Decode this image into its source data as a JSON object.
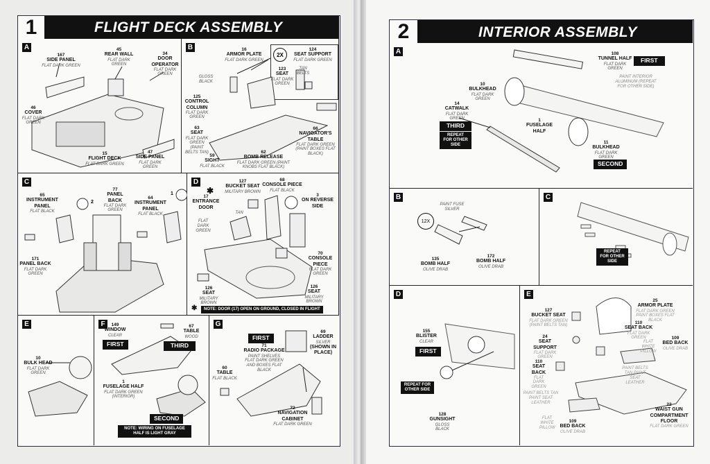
{
  "step1": {
    "number": "1",
    "title": "FLIGHT DECK ASSEMBLY",
    "panels": {
      "A": {
        "letter": "A",
        "callouts": [
          {
            "num": "167",
            "name": "SIDE PANEL",
            "color": "FLAT DARK GREEN"
          },
          {
            "num": "45",
            "name": "REAR WALL",
            "color": "FLAT DARK GREEN"
          },
          {
            "num": "34",
            "name": "DOOR OPERATOR",
            "color": "FLAT DARK GREEN"
          },
          {
            "num": "46",
            "name": "COVER",
            "color": "FLAT DARK GREEN"
          },
          {
            "num": "15",
            "name": "FLIGHT DECK",
            "color": "FLAT DARK GREEN"
          },
          {
            "num": "47",
            "name": "SIDE PANEL",
            "color": "FLAT DARK GREEN"
          }
        ]
      },
      "B": {
        "letter": "B",
        "multiplier": "2X",
        "callouts": [
          {
            "num": "16",
            "name": "ARMOR PLATE",
            "color": "FLAT DARK GREEN"
          },
          {
            "num": "124",
            "name": "SEAT SUPPORT",
            "color": "FLAT DARK GREEN"
          },
          {
            "num": "123",
            "name": "SEAT",
            "color": "FLAT DARK GREEN"
          },
          {
            "num": "",
            "name": "",
            "color": "TAN BELTS"
          },
          {
            "num": "",
            "name": "",
            "color": "GLOSS BLACK"
          },
          {
            "num": "125",
            "name": "CONTROL COLUMN",
            "color": "FLAT DARK GREEN"
          },
          {
            "num": "63",
            "name": "SEAT",
            "color": "FLAT DARK GREEN (PAINT BELTS TAN)"
          },
          {
            "num": "59",
            "name": "SIGHT",
            "color": "FLAT BLACK"
          },
          {
            "num": "62",
            "name": "BOMB RELEASE",
            "color": "FLAT DARK GREEN (PAINT KNOBS FLAT BLACK)"
          },
          {
            "num": "66",
            "name": "NAVIGATOR'S TABLE",
            "color": "FLAT DARK GREEN (PAINT BOXES FLAT BLACK)"
          }
        ]
      },
      "C": {
        "letter": "C",
        "decal_left": "2",
        "decal_right": "1",
        "callouts": [
          {
            "num": "65",
            "name": "INSTRUMENT PANEL",
            "color": "FLAT BLACK"
          },
          {
            "num": "77",
            "name": "PANEL BACK",
            "color": "FLAT DARK GREEN"
          },
          {
            "num": "64",
            "name": "INSTRUMENT PANEL",
            "color": "FLAT BLACK"
          },
          {
            "num": "171",
            "name": "PANEL BACK",
            "color": "FLAT DARK GREEN"
          }
        ]
      },
      "D": {
        "letter": "D",
        "asterisk": "✱",
        "callouts": [
          {
            "num": "17",
            "name": "ENTRANCE DOOR",
            "color": ""
          },
          {
            "num": "127",
            "name": "BUCKET SEAT",
            "color": "MILITARY BROWN"
          },
          {
            "num": "68",
            "name": "CONSOLE PIECE",
            "color": "FLAT BLACK"
          },
          {
            "num": "3",
            "name": "ON REVERSE SIDE",
            "color": ""
          },
          {
            "num": "",
            "name": "",
            "color": "FLAT DARK GREEN"
          },
          {
            "num": "",
            "name": "",
            "color": "TAN"
          },
          {
            "num": "70",
            "name": "CONSOLE PIECE",
            "color": "FLAT DARK GREEN"
          },
          {
            "num": "126",
            "name": "SEAT",
            "color": "MILITARY BROWN"
          },
          {
            "num": "126",
            "name": "SEAT",
            "color": "MILITARY BROWN"
          }
        ],
        "note": "NOTE: DOOR (17) OPEN ON GROUND, CLOSED IN FLIGHT"
      },
      "E": {
        "letter": "E",
        "callouts": [
          {
            "num": "10",
            "name": "BULK HEAD",
            "color": "FLAT DARK GREEN"
          }
        ]
      },
      "F": {
        "letter": "F",
        "callouts": [
          {
            "num": "149",
            "name": "WINDOW",
            "color": "CLEAR"
          },
          {
            "num": "67",
            "name": "TABLE",
            "color": "WOOD"
          },
          {
            "num": "1",
            "name": "FUSELAGE HALF",
            "color": "FLAT DARK GREEN (INTERIOR)"
          }
        ],
        "order_tags": [
          "FIRST",
          "THIRD",
          "SECOND"
        ],
        "note": "NOTE: WIRING ON FUSELAGE HALF IS LIGHT GRAY"
      },
      "G": {
        "letter": "G",
        "order_tag": "FIRST",
        "callouts": [
          {
            "num": "71",
            "name": "RADIO PACKAGE",
            "color": "PAINT SHELVES FLAT DARK GREEN AND BOXES FLAT BLACK"
          },
          {
            "num": "69",
            "name": "LADDER",
            "color": "SILVER",
            "extra": "(SHOWN IN PLACE)"
          },
          {
            "num": "60",
            "name": "TABLE",
            "color": "FLAT BLACK"
          },
          {
            "num": "72",
            "name": "NAVIGATION CABINET",
            "color": "FLAT DARK GREEN"
          }
        ]
      }
    }
  },
  "step2": {
    "number": "2",
    "title": "INTERIOR ASSEMBLY",
    "panels": {
      "A": {
        "letter": "A",
        "callouts": [
          {
            "num": "108",
            "name": "TUNNEL HALF",
            "color": "FLAT DARK GREEN"
          },
          {
            "num": "",
            "name": "",
            "color": "PAINT INTERIOR ALUMINUM (REPEAT FOR OTHER SIDE)"
          },
          {
            "num": "10",
            "name": "BULKHEAD",
            "color": "FLAT DARK GREEN"
          },
          {
            "num": "14",
            "name": "CATWALK",
            "color": "FLAT DARK GREEN"
          },
          {
            "num": "1",
            "name": "FUSELAGE HALF",
            "color": ""
          },
          {
            "num": "11",
            "name": "BULKHEAD",
            "color": "FLAT DARK GREEN"
          }
        ],
        "order_tags": [
          "FIRST",
          "THIRD",
          "SECOND"
        ],
        "repeat_tag": "REPEAT FOR OTHER SIDE"
      },
      "B": {
        "letter": "B",
        "multiplier": "12X",
        "callouts": [
          {
            "num": "",
            "name": "",
            "color": "PAINT FUSE SILVER"
          },
          {
            "num": "135",
            "name": "BOMB HALF",
            "color": "OLIVE DRAB"
          },
          {
            "num": "172",
            "name": "BOMB HALF",
            "color": "OLIVE DRAB"
          }
        ]
      },
      "C": {
        "letter": "C",
        "repeat_tag": "REPEAT FOR OTHER SIDE"
      },
      "D": {
        "letter": "D",
        "order_tag": "FIRST",
        "repeat_tag": "REPEAT FOR OTHER SIDE",
        "callouts": [
          {
            "num": "155",
            "name": "BLISTER",
            "color": "CLEAR"
          },
          {
            "num": "128",
            "name": "GUNSIGHT",
            "color": "GLOSS BLACK"
          }
        ]
      },
      "E": {
        "letter": "E",
        "callouts": [
          {
            "num": "127",
            "name": "BUCKET SEAT",
            "color": "FLAT DARK GREEN (PAINT BELTS TAN)"
          },
          {
            "num": "25",
            "name": "ARMOR PLATE",
            "color": "FLAT DARK GREEN PAINT BOXES FLAT BLACK"
          },
          {
            "num": "110",
            "name": "SEAT BACK",
            "color": "FLAT DARK GREEN"
          },
          {
            "num": "24",
            "name": "SEAT SUPPORT",
            "color": "FLAT DARK GREEN"
          },
          {
            "num": "",
            "name": "",
            "color": "FLAT WHITE PILLOW"
          },
          {
            "num": "109",
            "name": "BED BACK",
            "color": "OLIVE DRAB"
          },
          {
            "num": "110",
            "name": "SEAT BACK",
            "color": "FLAT DARK GREEN"
          },
          {
            "num": "",
            "name": "",
            "color": "PAINT BELTS TAN PAINT SEAT LEATHER"
          },
          {
            "num": "",
            "name": "",
            "color": "PAINT BELTS TAN PAINT SEAT LEATHER"
          },
          {
            "num": "",
            "name": "",
            "color": "FLAT WHITE PILLOW"
          },
          {
            "num": "109",
            "name": "BED BACK",
            "color": "OLIVE DRAB"
          },
          {
            "num": "22",
            "name": "WAIST GUN COMPARTMENT FLOOR",
            "color": "FLAT DARK GREEN"
          }
        ]
      }
    }
  }
}
